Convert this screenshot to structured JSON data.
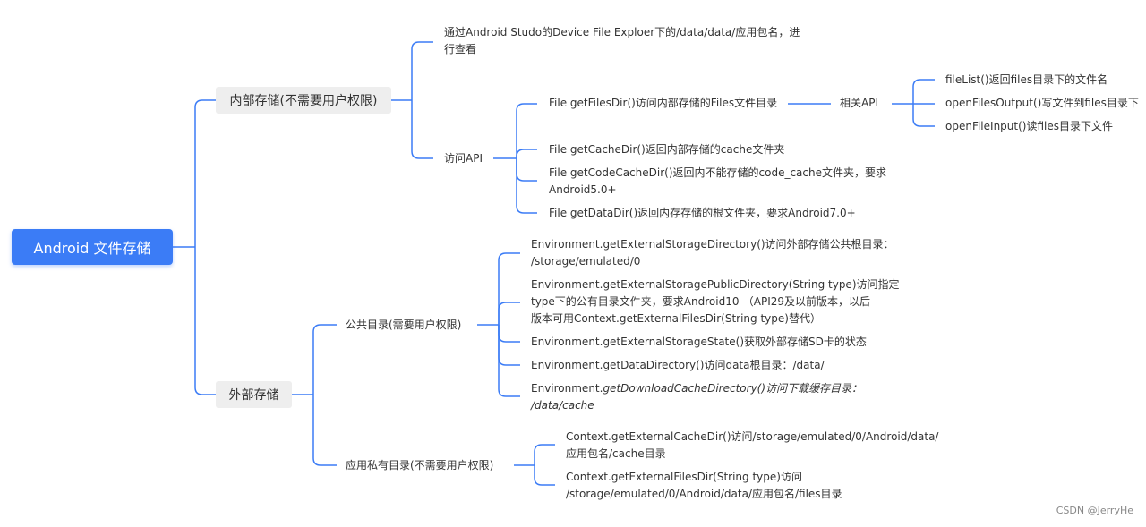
{
  "root": "Android 文件存储",
  "internal": {
    "label": "内部存储(不需要用户权限)",
    "view_text": [
      "通过Android Studo的Device File Exploer下的/data/data/应用包名，进",
      "行查看"
    ],
    "api_label": "访问API",
    "files_dir": "File getFilesDir()访问内部存储的Files文件目录",
    "related_api": "相关API",
    "related": [
      "fileList()返回files目录下的文件名",
      "openFilesOutput()写文件到files目录下",
      "openFileInput()读files目录下文件"
    ],
    "cache_dir": "File getCacheDir()返回内部存储的cache文件夹",
    "code_cache": [
      "File getCodeCacheDir()返回内不能存储的code_cache文件夹，要求",
      "Android5.0+"
    ],
    "data_dir": "File getDataDir()返回内存存储的根文件夹，要求Android7.0+"
  },
  "external": {
    "label": "外部存储",
    "public_label": "公共目录(需要用户权限)",
    "public": {
      "ext_dir": [
        "Environment.getExternalStorageDirectory()访问外部存储公共根目录：",
        "/storage/emulated/0"
      ],
      "ext_public": [
        "Environment.getExternalStoragePublicDirectory(String type)访问指定",
        "type下的公有目录文件夹，要求Android10-（API29及以前版本，以后",
        "版本可用Context.getExternalFilesDir(String type)替代）"
      ],
      "ext_state": "Environment.getExternalStorageState()获取外部存储SD卡的状态",
      "data_dir": "Environment.getDataDirectory()访问data根目录：/data/",
      "download_prefix": "Environment.",
      "download_rest": "getDownloadCacheDirectory()访问下载缓存目录：",
      "download_path": "/data/cache"
    },
    "private_label": "应用私有目录(不需要用户权限)",
    "private": {
      "cache": [
        "Context.getExternalCacheDir()访问/storage/emulated/0/Android/data/",
        "应用包名/cache目录"
      ],
      "files": [
        "Context.getExternalFilesDir(String type)访问",
        "/storage/emulated/0/Android/data/应用包名/files目录"
      ]
    }
  },
  "watermark": "CSDN @JerryHe",
  "colors": {
    "root_bg": "#3b7cf6",
    "line": "#3b7cf6",
    "pill_bg": "#eeeeee"
  }
}
